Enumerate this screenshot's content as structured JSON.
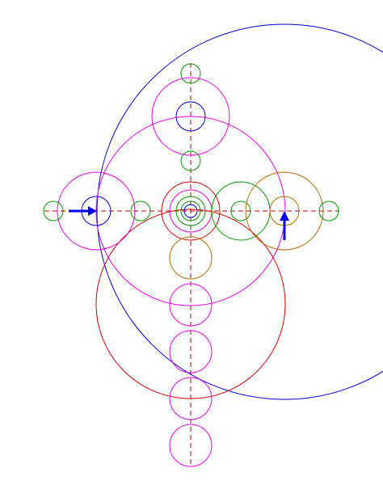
{
  "colors": {
    "background": "#ffffff",
    "axis": "#cc0000",
    "blue": "#0000dd",
    "magenta": "#ee00ee",
    "red": "#dd0000",
    "green": "#009900",
    "orange": "#b86a00",
    "arrow": "#0000ee"
  },
  "axes": {
    "style": "dashed",
    "color_key": "axis"
  },
  "arrows": [
    {
      "name": "right-arrow-icon",
      "direction": "right",
      "color_key": "arrow"
    },
    {
      "name": "up-arrow-icon",
      "direction": "up",
      "color_key": "arrow"
    }
  ]
}
